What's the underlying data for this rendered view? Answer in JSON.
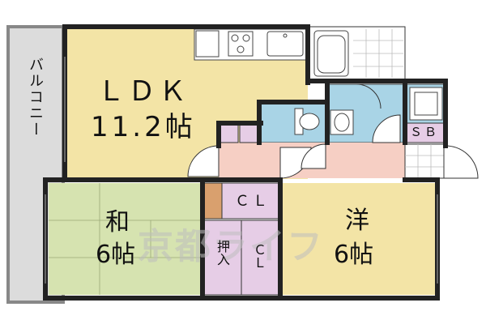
{
  "rooms": {
    "ldk": {
      "name": "ＬＤＫ",
      "size": "11.2帖",
      "color": "#f3e4a6"
    },
    "washitsu": {
      "name": "和",
      "size": "6帖",
      "color": "#d6e3b0"
    },
    "youshitsu": {
      "name": "洋",
      "size": "6帖",
      "color": "#f3e4a6"
    },
    "balcony": {
      "name": "バルコニー",
      "color": "#dcdcdc"
    },
    "closet_top": {
      "name": "ＣＬ",
      "color": "#e6cde6"
    },
    "closet_mid": {
      "name": "ＣＬ",
      "color": "#e6cde6"
    },
    "oshiire": {
      "name": "押入",
      "color": "#e6cde6"
    },
    "shoe_box": {
      "name": "ＳＢ",
      "color": "#e6cde6"
    },
    "hallway": {
      "color": "#f6cfc4"
    },
    "bath_area": {
      "color": "#a9d4e6"
    }
  },
  "watermark": "京都ライフ"
}
